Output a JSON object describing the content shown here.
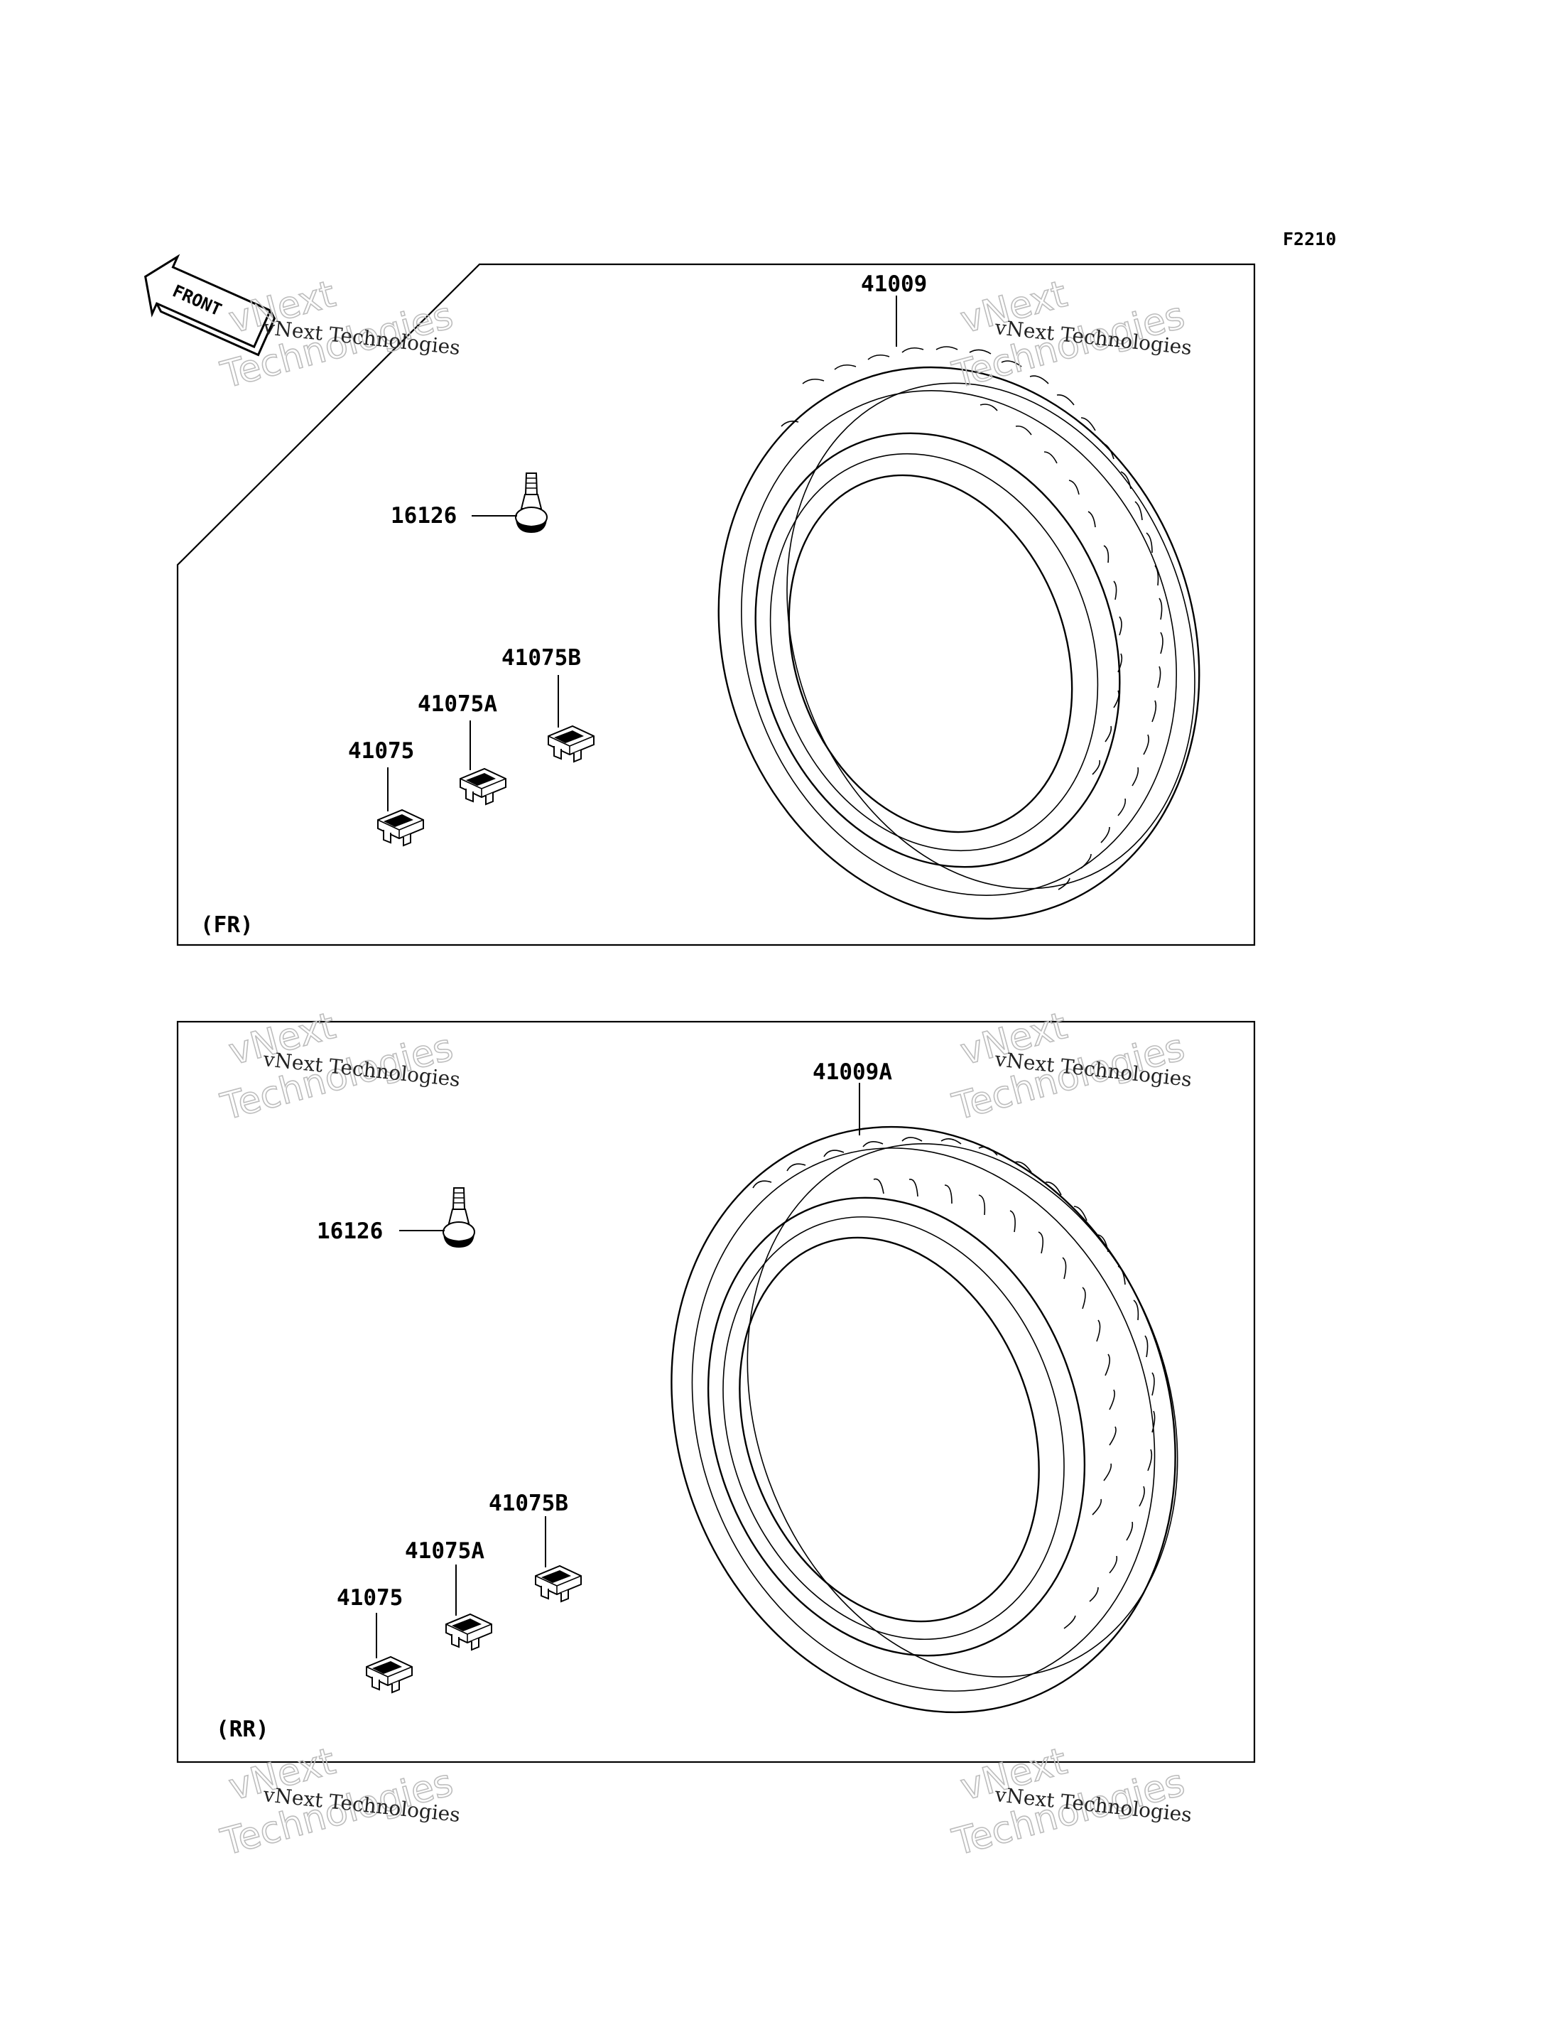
{
  "figure_code": "F2210",
  "front_arrow_text": "FRONT",
  "watermark": {
    "line1": "vNext Technologies",
    "line2": "vNext Technologies"
  },
  "panels": [
    {
      "id": "front",
      "section_label": "(FR)",
      "tire_label": "41009",
      "valve_label": "16126",
      "weights": [
        "41075",
        "41075A",
        "41075B"
      ]
    },
    {
      "id": "rear",
      "section_label": "(RR)",
      "tire_label": "41009A",
      "valve_label": "16126",
      "weights": [
        "41075",
        "41075A",
        "41075B"
      ]
    }
  ]
}
